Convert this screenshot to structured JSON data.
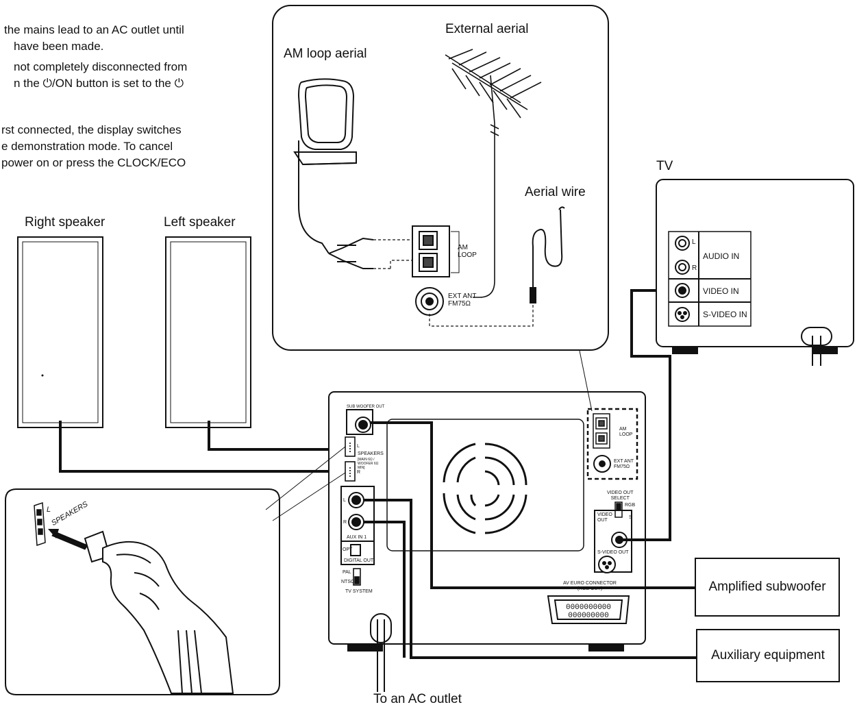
{
  "intro_text": [
    "the mains lead to an AC outlet until",
    "have been made.",
    "not completely disconnected from",
    "n the ⏻/ON button is set to the ⏻",
    "rst connected, the display switches",
    "e demonstration mode. To cancel",
    "power on or press the CLOCK/ECO"
  ],
  "antenna": {
    "am_loop_label": "AM loop aerial",
    "external_label": "External aerial",
    "aerial_wire_label": "Aerial wire",
    "am_terminal": "AM\nLOOP",
    "ext_ant_terminal": "EXT ANT\nFM75Ω"
  },
  "speakers": {
    "right_label": "Right speaker",
    "left_label": "Left speaker",
    "inset_label": "SPEAKERS",
    "inset_l": "L"
  },
  "tv": {
    "label": "TV",
    "audio_in": "AUDIO IN",
    "video_in": "VIDEO IN",
    "s_video_in": "S-VIDEO IN",
    "l": "L",
    "r": "R"
  },
  "unit": {
    "subwoofer_out": "SUB WOOFER OUT",
    "speakers": "SPEAKERS",
    "speakers_sub": "[MAIN 6Ω / WOOFER 6Ω MIN]",
    "am_loop": "AM\nLOOP",
    "ext_ant": "EXT ANT\nFM75Ω",
    "video_out_select": "VIDEO OUT\nSELECT",
    "rgb": "RGB",
    "s": "S",
    "video_out": "VIDEO\nOUT",
    "s_video_out": "S-VIDEO OUT",
    "av_euro": "AV EURO CONNECTOR\n(RGB OUT)",
    "aux_in": "AUX IN 1",
    "opt": "OPT",
    "digital_out": "DIGITAL OUT",
    "pal": "PAL",
    "ntsc": "NTSC",
    "tv_system": "TV SYSTEM",
    "l": "L",
    "r": "R"
  },
  "callouts": {
    "subwoofer": "Amplified subwoofer",
    "auxiliary": "Auxiliary equipment",
    "ac_outlet": "To an AC outlet"
  }
}
